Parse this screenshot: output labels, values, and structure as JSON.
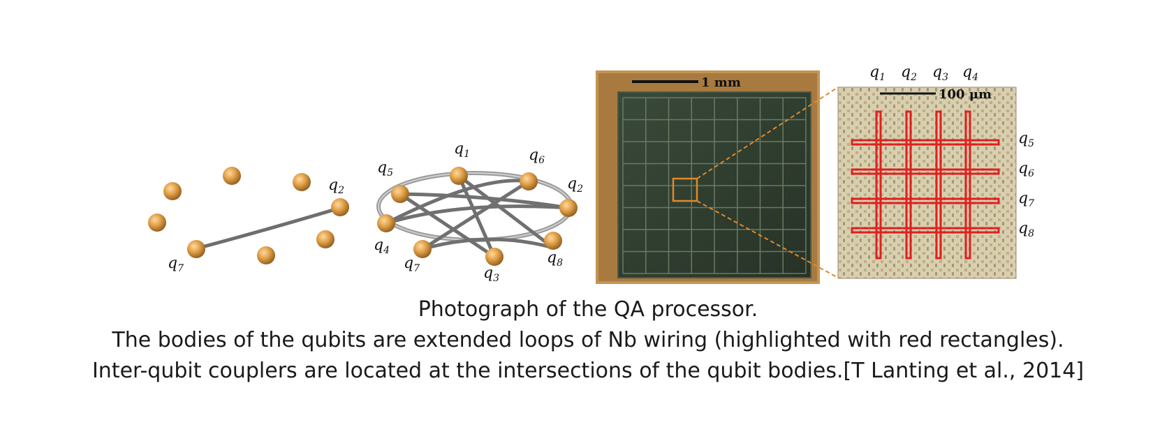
{
  "panels": {
    "ring": {
      "labels": {
        "q2": {
          "base": "q",
          "sub": "2"
        },
        "q7": {
          "base": "q",
          "sub": "7"
        }
      }
    },
    "graph": {
      "labels": {
        "q1": {
          "base": "q",
          "sub": "1"
        },
        "q2": {
          "base": "q",
          "sub": "2"
        },
        "q3": {
          "base": "q",
          "sub": "3"
        },
        "q4": {
          "base": "q",
          "sub": "4"
        },
        "q5": {
          "base": "q",
          "sub": "5"
        },
        "q6": {
          "base": "q",
          "sub": "6"
        },
        "q7": {
          "base": "q",
          "sub": "7"
        },
        "q8": {
          "base": "q",
          "sub": "8"
        }
      }
    },
    "chip": {
      "scale_label": "1 mm"
    },
    "zoom": {
      "scale_label": "100 μm",
      "top_labels": [
        {
          "base": "q",
          "sub": "1"
        },
        {
          "base": "q",
          "sub": "2"
        },
        {
          "base": "q",
          "sub": "3"
        },
        {
          "base": "q",
          "sub": "4"
        }
      ],
      "right_labels": [
        {
          "base": "q",
          "sub": "5"
        },
        {
          "base": "q",
          "sub": "6"
        },
        {
          "base": "q",
          "sub": "7"
        },
        {
          "base": "q",
          "sub": "8"
        }
      ],
      "highlight_color": "#e02020"
    }
  },
  "colors": {
    "qubit": "#e3a24a",
    "coupler": "#7a7a7a",
    "chip_background": "#2f3d30",
    "chip_frame": "#c79a58"
  },
  "caption": {
    "line1": "Photograph of the QA processor.",
    "line2": "The bodies of the qubits are extended loops of Nb wiring (highlighted with red rectangles).",
    "line3": "Inter-qubit couplers are located at the intersections of the qubit bodies.[T Lanting et al., 2014]"
  }
}
